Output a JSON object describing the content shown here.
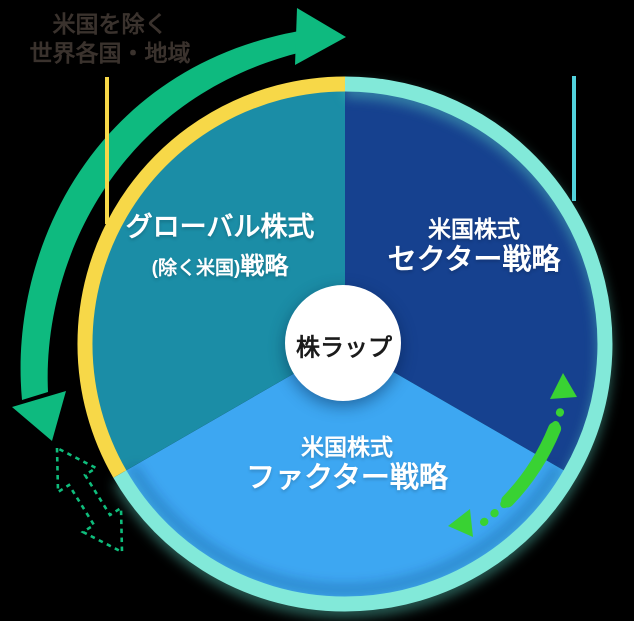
{
  "region_label": {
    "line1": "米国を除く",
    "line2": "世界各国・地域"
  },
  "hub": {
    "label": "株ラップ"
  },
  "segments": {
    "global": {
      "title": "グローバル株式",
      "subtitle_paren": "(除く米国)",
      "subtitle_main": "戦略"
    },
    "sector": {
      "eyebrow": "米国株式",
      "title": "セクター戦略"
    },
    "factor": {
      "eyebrow": "米国株式",
      "title": "ファクター戦略"
    }
  },
  "colors": {
    "bg": "#000000",
    "segment-global": "#1b8da6",
    "segment-sector": "#16418f",
    "segment-factor": "#3da7f2",
    "ring-global": "#f7d848",
    "ring-us": "#82e9d9",
    "callout-line": "#52d2dd",
    "cycle-arrow": "#0eba7f",
    "rotation-arrow": "#39d233",
    "swap-arrow": "#0fbd7c",
    "hub-bg": "#ffffff",
    "hub-text": "#1b1b1b",
    "segment-text": "#ffffff",
    "region-label-text": "#3a322d"
  }
}
